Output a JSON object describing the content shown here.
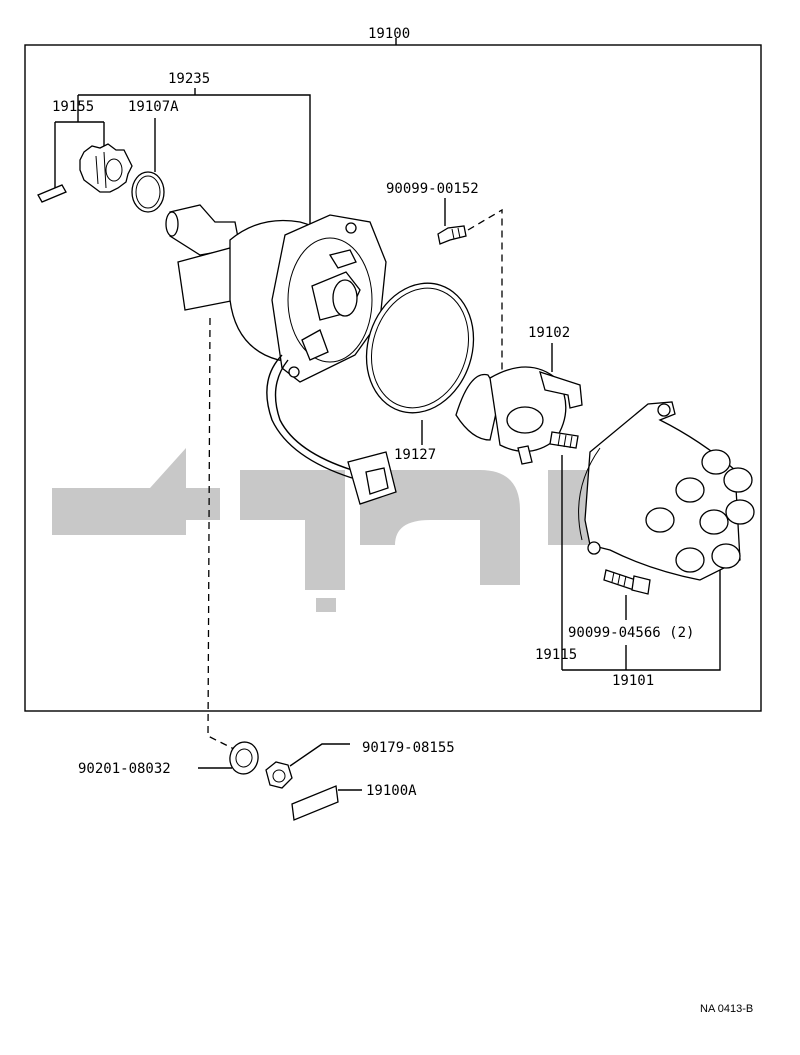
{
  "diagram": {
    "labels": {
      "assembly": "19100",
      "housing": "19235",
      "gear": "19155",
      "o_ring_small": "19107A",
      "bolt_upper": "90099-00152",
      "rotor": "19102",
      "gasket": "19127",
      "cap_screw": "19115",
      "cap_bolt": "90099-04566 (2)",
      "cap": "19101",
      "washer": "90201-08032",
      "nut": "90179-08155",
      "label_plate": "19100A"
    },
    "code": "NA 0413-B"
  }
}
